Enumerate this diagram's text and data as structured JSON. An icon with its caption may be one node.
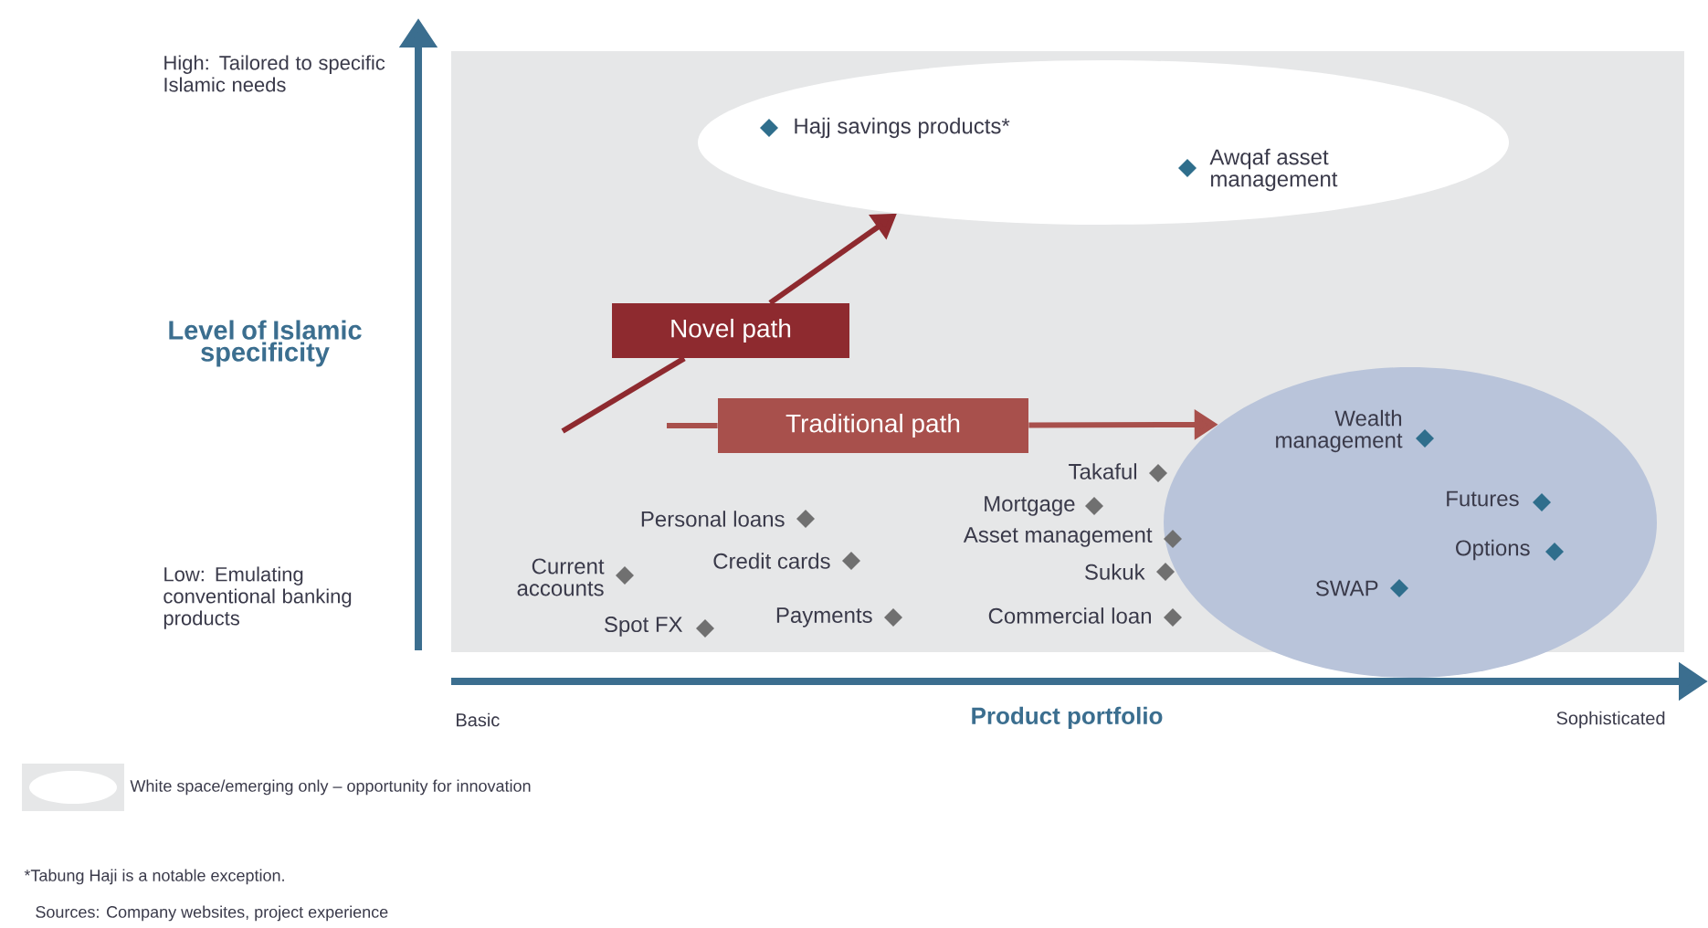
{
  "diagram": {
    "nodes": [
      {
        "text": [],
        "shape": "ellipse"
      },
      {
        "text": [],
        "shape": "ellipse"
      },
      {
        "text": [
          "Novel path"
        ]
      },
      {
        "text": [
          "Traditional path"
        ]
      }
    ],
    "edges": [
      {
        "from": null,
        "to": 2,
        "arrow": "none",
        "color": "#8e2a2f"
      },
      {
        "from": 2,
        "to": 0,
        "arrow": "to",
        "color": "#8e2a2f"
      },
      {
        "from": null,
        "to": 3,
        "arrow": "none",
        "color": "#a8504c"
      },
      {
        "from": 3,
        "to": 1,
        "arrow": "to",
        "color": "#a8504c"
      }
    ],
    "labels": [
      "High: Tailored to specific Islamic needs",
      "Level of Islamic specificity",
      "Low: Emulating conventional banking products",
      "Hajj savings products*",
      "Awqaf asset management",
      "Wealth management",
      "Takaful",
      "Personal loans",
      "Mortgage",
      "Futures",
      "Current accounts",
      "Credit cards",
      "Asset management",
      "Options",
      "Sukuk",
      "SWAP",
      "Spot FX",
      "Payments",
      "Commercial loan",
      "Basic",
      "Product portfolio",
      "Sophisticated",
      "*Tabung Haji is a notable exception.",
      "Sources: Company websites, project experience"
    ],
    "legend": [
      {
        "text": "White space/emerging only – opportunity for innovation"
      }
    ]
  }
}
